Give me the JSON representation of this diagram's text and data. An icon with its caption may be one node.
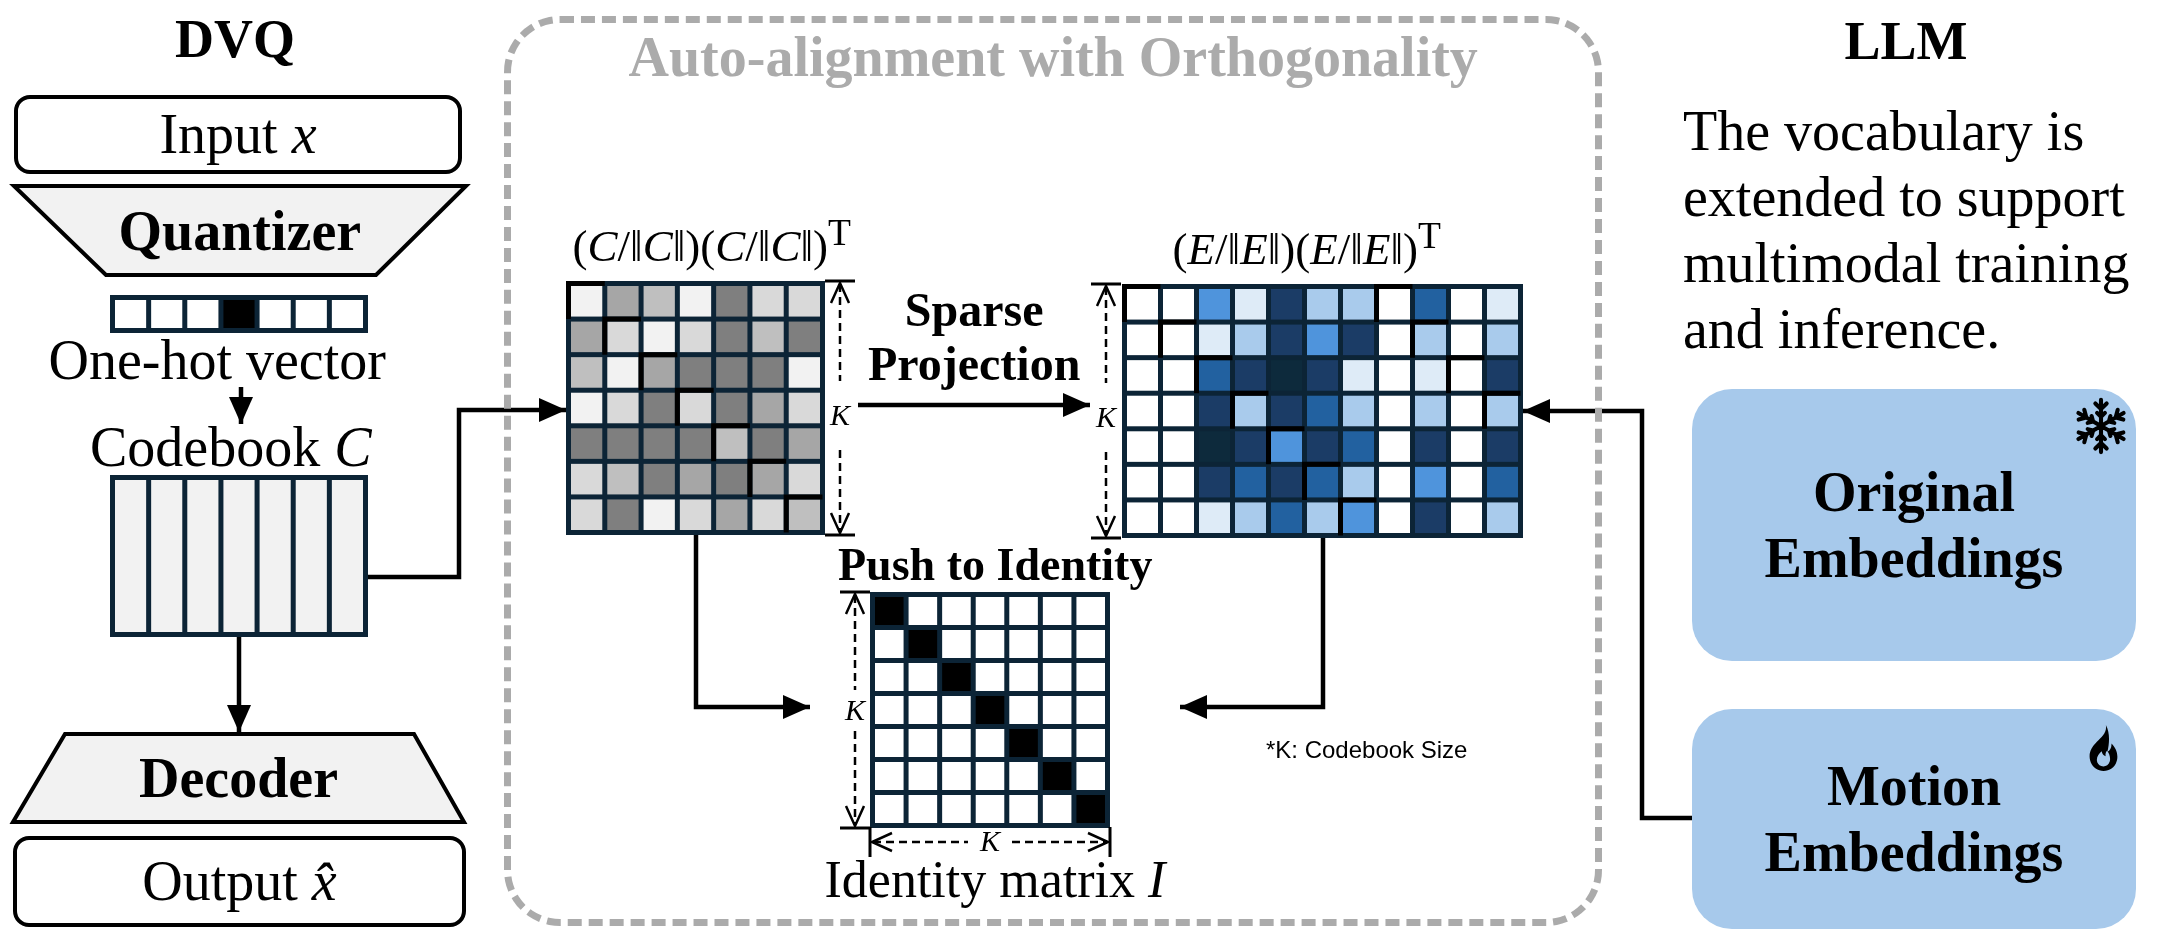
{
  "diagram": {
    "nodes": [
      {
        "text": [
          "Input *x*"
        ]
      },
      {
        "text": [
          "Quantizer"
        ]
      },
      {
        "text": [
          "One-hot vector"
        ]
      },
      {
        "text": [
          "Codebook *C*"
        ]
      },
      {
        "text": [
          "Decoder"
        ]
      },
      {
        "text": [
          "Output *x̂*"
        ]
      },
      {
        "text": [
          "Auto-alignment with Orthogonality"
        ]
      },
      {
        "text": [
          "(*C*/‖*C*‖)(*C*/‖*C*‖)$^{T}$"
        ],
        "in": 6
      },
      {
        "text": [
          "(*E*/‖*E*‖)(*E*/‖*E*‖)$^{T}$"
        ],
        "in": 6
      },
      {
        "text": [
          "Push to Identity",
          "Identity matrix *I*"
        ],
        "in": 6
      },
      {
        "text": [
          "Original Embeddings"
        ]
      },
      {
        "text": [
          "Motion Embeddings"
        ]
      }
    ],
    "edges": [
      {
        "from": 2,
        "to": 3,
        "arrow": "to"
      },
      {
        "from": 3,
        "to": 4,
        "arrow": "to"
      },
      {
        "from": 3,
        "to": 7,
        "arrow": "to"
      },
      {
        "from": 7,
        "to": 8,
        "arrow": "to",
        "label": "Sparse Projection"
      },
      {
        "from": 11,
        "to": 8,
        "arrow": "to"
      },
      {
        "from": 7,
        "to": 9,
        "arrow": "to"
      },
      {
        "from": 8,
        "to": 9,
        "arrow": "to"
      }
    ],
    "labels": [
      "DVQ",
      "LLM",
      "The vocabulary is extended to support multimodal training and inference.",
      "K",
      "K",
      "K",
      "K",
      "*K: Codebook Size"
    ]
  }
}
